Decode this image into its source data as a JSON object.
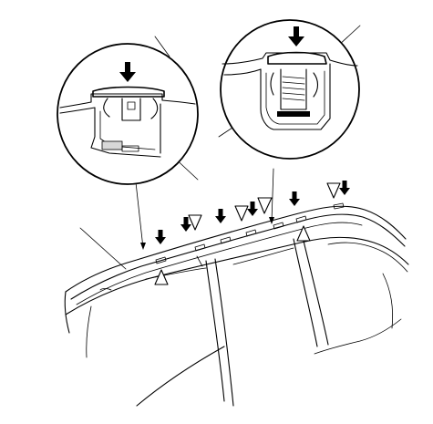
{
  "figure": {
    "background": "#ffffff",
    "line_color": "#000000",
    "components": [
      "roof-molding",
      "molding-clip",
      "clip-detail-left",
      "clip-detail-right",
      "press-arrow-icon",
      "clip-position-triangle-icon"
    ]
  }
}
